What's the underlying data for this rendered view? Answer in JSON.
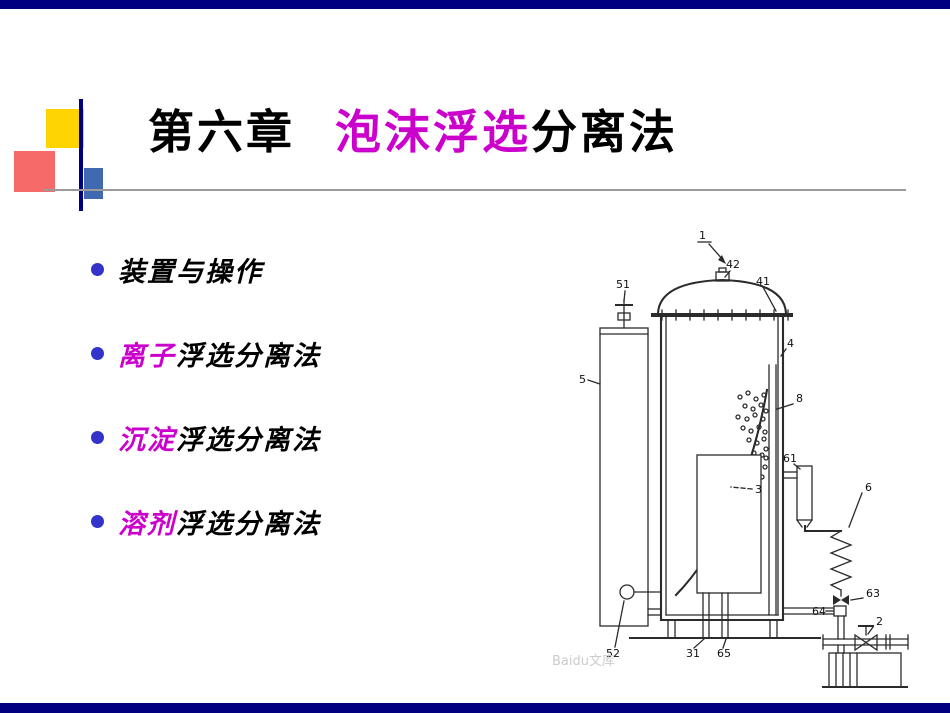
{
  "slide": {
    "title": {
      "chapter": "第六章",
      "highlight": "泡沫浮选",
      "rest": "分离法"
    },
    "bullets": [
      {
        "highlight": "",
        "rest": "装置与操作"
      },
      {
        "highlight": "离子",
        "rest": "浮选分离法"
      },
      {
        "highlight": "沉淀",
        "rest": "浮选分离法"
      },
      {
        "highlight": "溶剂",
        "rest": "浮选分离法"
      }
    ],
    "watermark": "Baidu文库",
    "colors": {
      "accent_magenta": "#CC00CC",
      "bar_navy": "#000080",
      "bullet_blue": "#3333CC",
      "square_yellow": "#FFD400",
      "square_pink": "#F66A6A",
      "square_blue": "#4169B2"
    }
  },
  "diagram": {
    "description": "foam flotation separation apparatus schematic",
    "labels": [
      "1",
      "42",
      "41",
      "51",
      "5",
      "4",
      "8",
      "61",
      "3",
      "6",
      "63",
      "64",
      "2",
      "52",
      "31",
      "65"
    ]
  }
}
